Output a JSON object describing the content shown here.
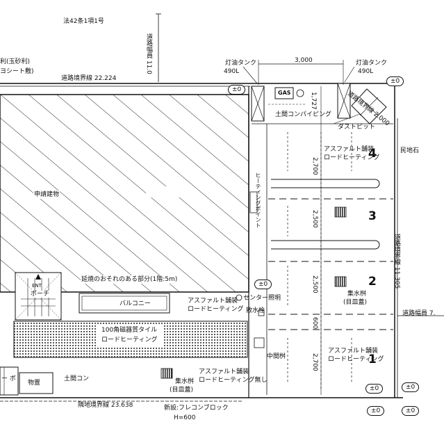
{
  "drawing": {
    "legal_ref": "法42条1項1号",
    "road_width_top": "道路幅員 11.0",
    "boundary_top": "道路境界線 22.224",
    "topleft_label": "利(玉砂利)",
    "topleft_label2": "ヨシート敷)",
    "kerosene_left": "灯油タンク",
    "kerosene_left_vol": "490L",
    "kerosene_right": "灯油タンク",
    "kerosene_right_vol": "490L",
    "dim_top": "3,000",
    "dim_1727": "1,727",
    "gas": "GAS",
    "earth_piping": "土間コンパイピング",
    "dust_pit": "ダストピット",
    "boundary_diag": "道路境界線 2.000",
    "curb": "民地石",
    "building": "申請建物",
    "heating_point": "ヒーティングポイント",
    "asphalt_top": "アスファルト舗装",
    "asphalt_top2": "ロードヒーティング",
    "dim_2700a": "2,700",
    "dim_2500a": "2,500",
    "dim_2500b": "2,500",
    "dim_600": "600",
    "dim_2700b": "2,700",
    "boundary_right": "道路境界線 11.305",
    "road_width_right": "道路幅員 7.",
    "drain_basin": "集水桝",
    "drain_basin2": "(目皿蓋)",
    "fire_spread": "延焼のおそれのある部分(1階:5m)",
    "balcony": "バルコニー",
    "asphalt_mid": "アスファルト舗装",
    "asphalt_mid2": "ロードヒーティング",
    "center_light": "センター照明",
    "hydrant": "散水栓",
    "porch_ent": "ENT",
    "porch": "ポーチ",
    "tile": "100角磁器質タイル",
    "tile2": "ロードヒーティング",
    "inter_basin": "中間桝",
    "asphalt_bot": "アスファルト舗装",
    "asphalt_bot2": "ロードヒーティング",
    "earth_con": "土間コン",
    "storage": "物置",
    "fragment": "ー ボ",
    "drain_basin_b": "集水桝",
    "drain_basin_b2": "(目皿蓋)",
    "asphalt_nohe": "アスファルト舗装",
    "asphalt_nohe2": "ロードヒーティング無し",
    "neighbor_boundary": "隣地境界線 23.638",
    "block": "新設:フレコンブロック",
    "block_h": "H=600",
    "level": "±0",
    "parking_numbers": [
      "4",
      "3",
      "2",
      "1"
    ]
  }
}
